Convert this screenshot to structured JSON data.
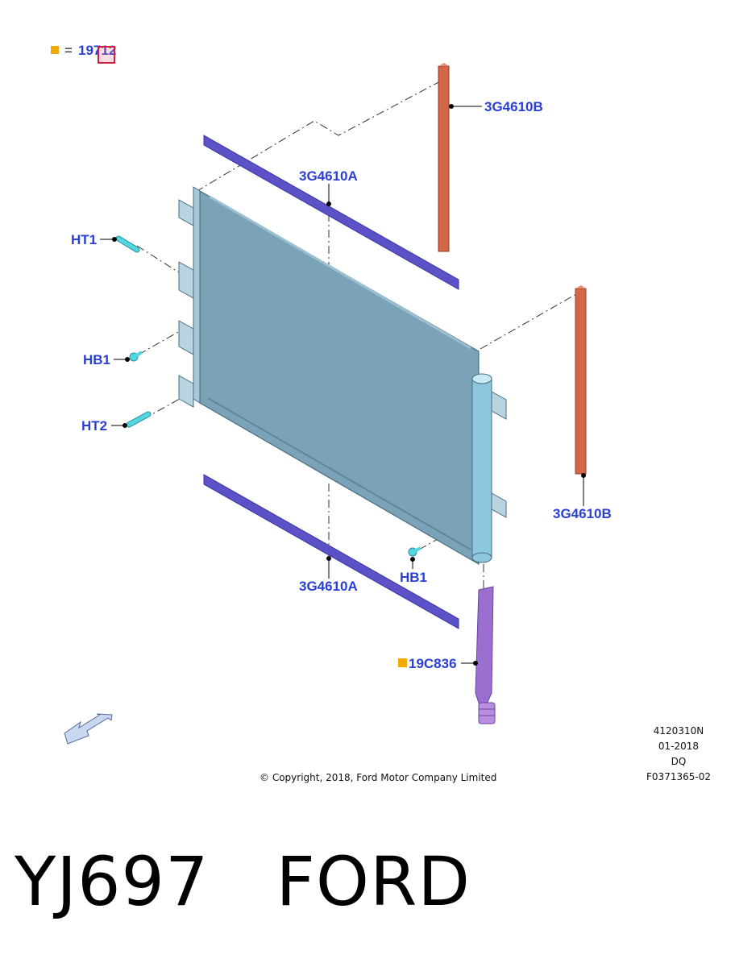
{
  "legend": {
    "marker_color": "#f2a900",
    "equals": "=",
    "code": "19712"
  },
  "callouts": {
    "seal_upper_right": "3G4610B",
    "seal_top": "3G4610A",
    "ht1": "HT1",
    "hb1_left": "HB1",
    "ht2": "HT2",
    "seal_lower_right": "3G4610B",
    "seal_bottom": "3G4610A",
    "hb1_right": "HB1",
    "drier": "19C836"
  },
  "footer": {
    "copyright": "© Copyright, 2018, Ford Motor Company Limited",
    "ref_1": "4120310N",
    "ref_2": "01-2018",
    "ref_3": "DQ",
    "ref_4": "F0371365-02"
  },
  "caption": {
    "code": "YJ697",
    "brand": "FORD"
  },
  "colors": {
    "callout_text": "#2a3fd4",
    "condenser": "#7ba3b8",
    "seal_a": "#5b52c8",
    "seal_b": "#d4664a",
    "fastener": "#52d6e0",
    "drier_tube": "#9a6fd0"
  }
}
